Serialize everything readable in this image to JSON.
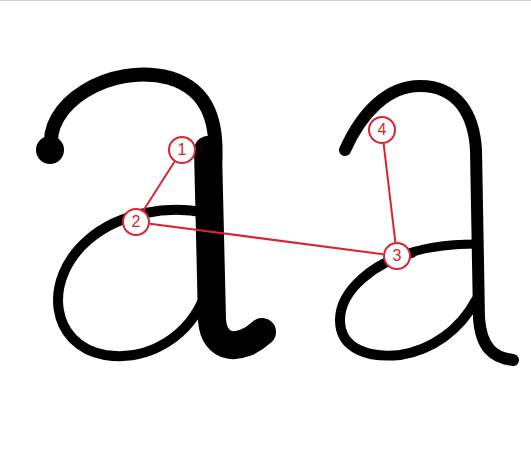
{
  "diagram": {
    "nodes": [
      {
        "text": [
          "1"
        ]
      },
      {
        "text": [
          "2"
        ]
      },
      {
        "text": [
          "3"
        ]
      },
      {
        "text": [
          "4"
        ]
      }
    ],
    "edges": [
      {
        "from": 0,
        "to": 1,
        "arrow": "none"
      },
      {
        "from": 1,
        "to": 2,
        "arrow": "none"
      },
      {
        "from": 2,
        "to": 3,
        "arrow": "none"
      }
    ]
  }
}
